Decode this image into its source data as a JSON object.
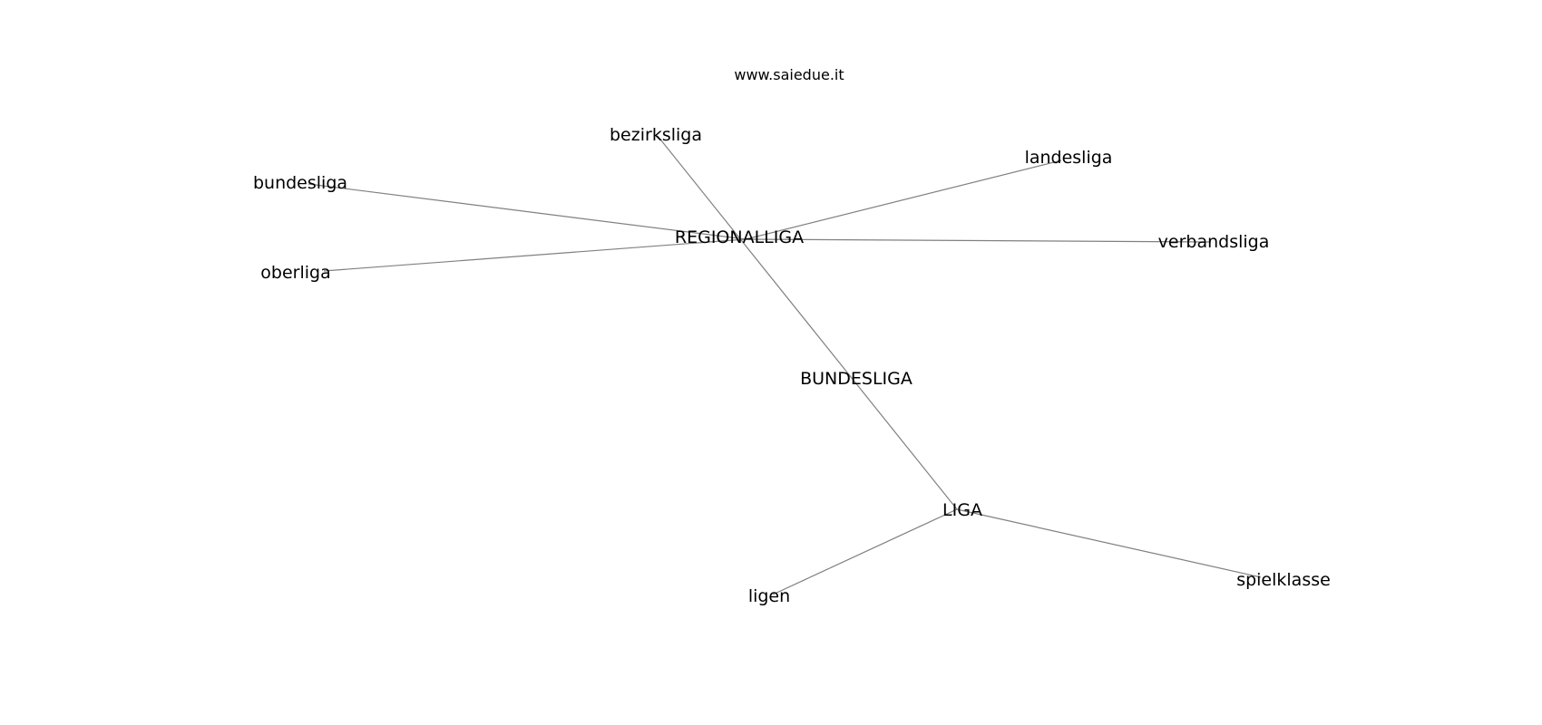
{
  "watermark": "www.saiedue.it",
  "colors": {
    "edge": "#808080",
    "text": "#000000",
    "background": "#ffffff"
  },
  "nodes": [
    {
      "id": "regionalliga",
      "label": "REGIONALLIGA"
    },
    {
      "id": "bundesliga-main",
      "label": "BUNDESLIGA"
    },
    {
      "id": "liga",
      "label": "LIGA"
    },
    {
      "id": "bezirksliga",
      "label": "bezirksliga"
    },
    {
      "id": "bundesliga",
      "label": "bundesliga"
    },
    {
      "id": "oberliga",
      "label": "oberliga"
    },
    {
      "id": "landesliga",
      "label": "landesliga"
    },
    {
      "id": "verbandsliga",
      "label": "verbandsliga"
    },
    {
      "id": "ligen",
      "label": "ligen"
    },
    {
      "id": "spielklasse",
      "label": "spielklasse"
    }
  ],
  "edges": [
    [
      "regionalliga",
      "bundesliga"
    ],
    [
      "regionalliga",
      "oberliga"
    ],
    [
      "regionalliga",
      "landesliga"
    ],
    [
      "regionalliga",
      "verbandsliga"
    ],
    [
      "bezirksliga",
      "liga"
    ],
    [
      "liga",
      "ligen"
    ],
    [
      "liga",
      "spielklasse"
    ]
  ]
}
